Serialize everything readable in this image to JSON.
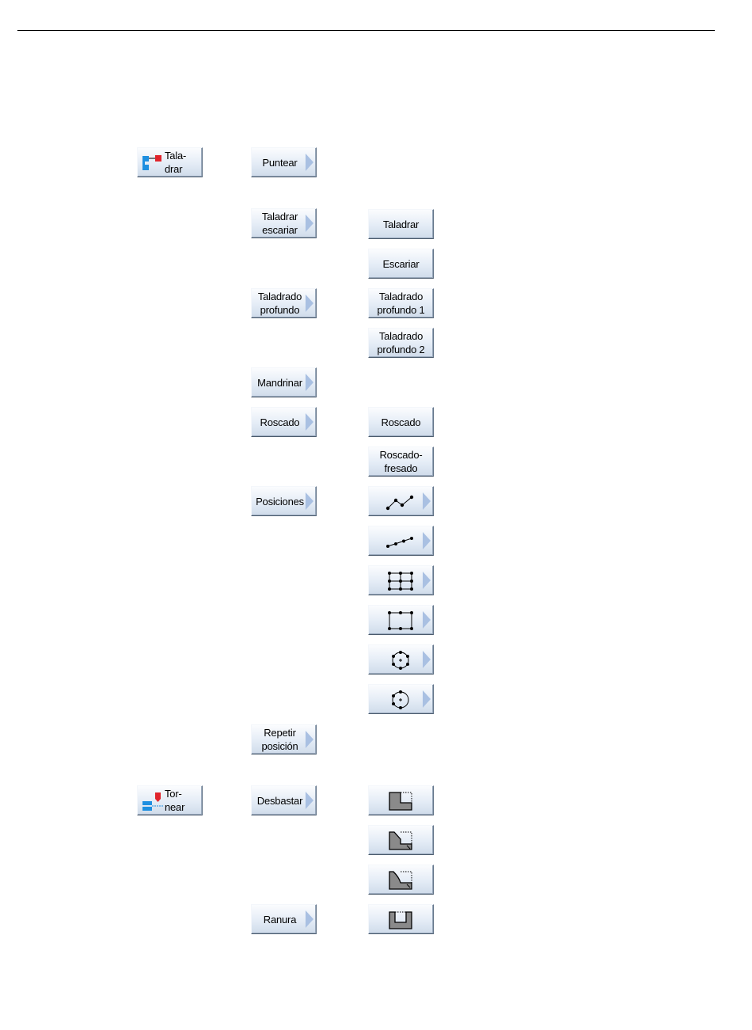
{
  "menus": {
    "taladrar": {
      "label": "Tala-\ndrar",
      "icon": "drill-icon"
    },
    "tornear": {
      "label": "Tor-\nnear",
      "icon": "turning-icon"
    }
  },
  "level2": {
    "puntear": "Puntear",
    "taladrar_escariar": "Taladrar\nescariar",
    "taladrado_profundo": "Taladrado\nprofundo",
    "mandrinar": "Mandrinar",
    "roscado": "Roscado",
    "posiciones": "Posiciones",
    "repetir_posicion": "Repetir\nposición",
    "desbastar": "Desbastar",
    "ranura": "Ranura"
  },
  "level3": {
    "taladrar": "Taladrar",
    "escariar": "Escariar",
    "taladrado_profundo_1": "Taladrado\nprofundo 1",
    "taladrado_profundo_2": "Taladrado\nprofundo 2",
    "roscado": "Roscado",
    "roscado_fresado": "Roscado-\nfresado"
  },
  "icons": {
    "positions": [
      "arbitrary-positions-icon",
      "line-positions-icon",
      "grid-positions-icon",
      "frame-positions-icon",
      "full-circle-positions-icon",
      "pitch-circle-positions-icon"
    ],
    "roughing": [
      "stock-removal-rectangle-icon",
      "stock-removal-chamfer-icon",
      "stock-removal-radius-icon"
    ],
    "groove": "groove-icon"
  },
  "colors": {
    "softkey_top": "#fbfcfe",
    "softkey_bottom": "#cfdbea",
    "arrow": "#a9c0e2",
    "icon_blue": "#1e8fe0",
    "icon_red": "#e0242c",
    "workpiece_gray": "#8a8a8a"
  }
}
